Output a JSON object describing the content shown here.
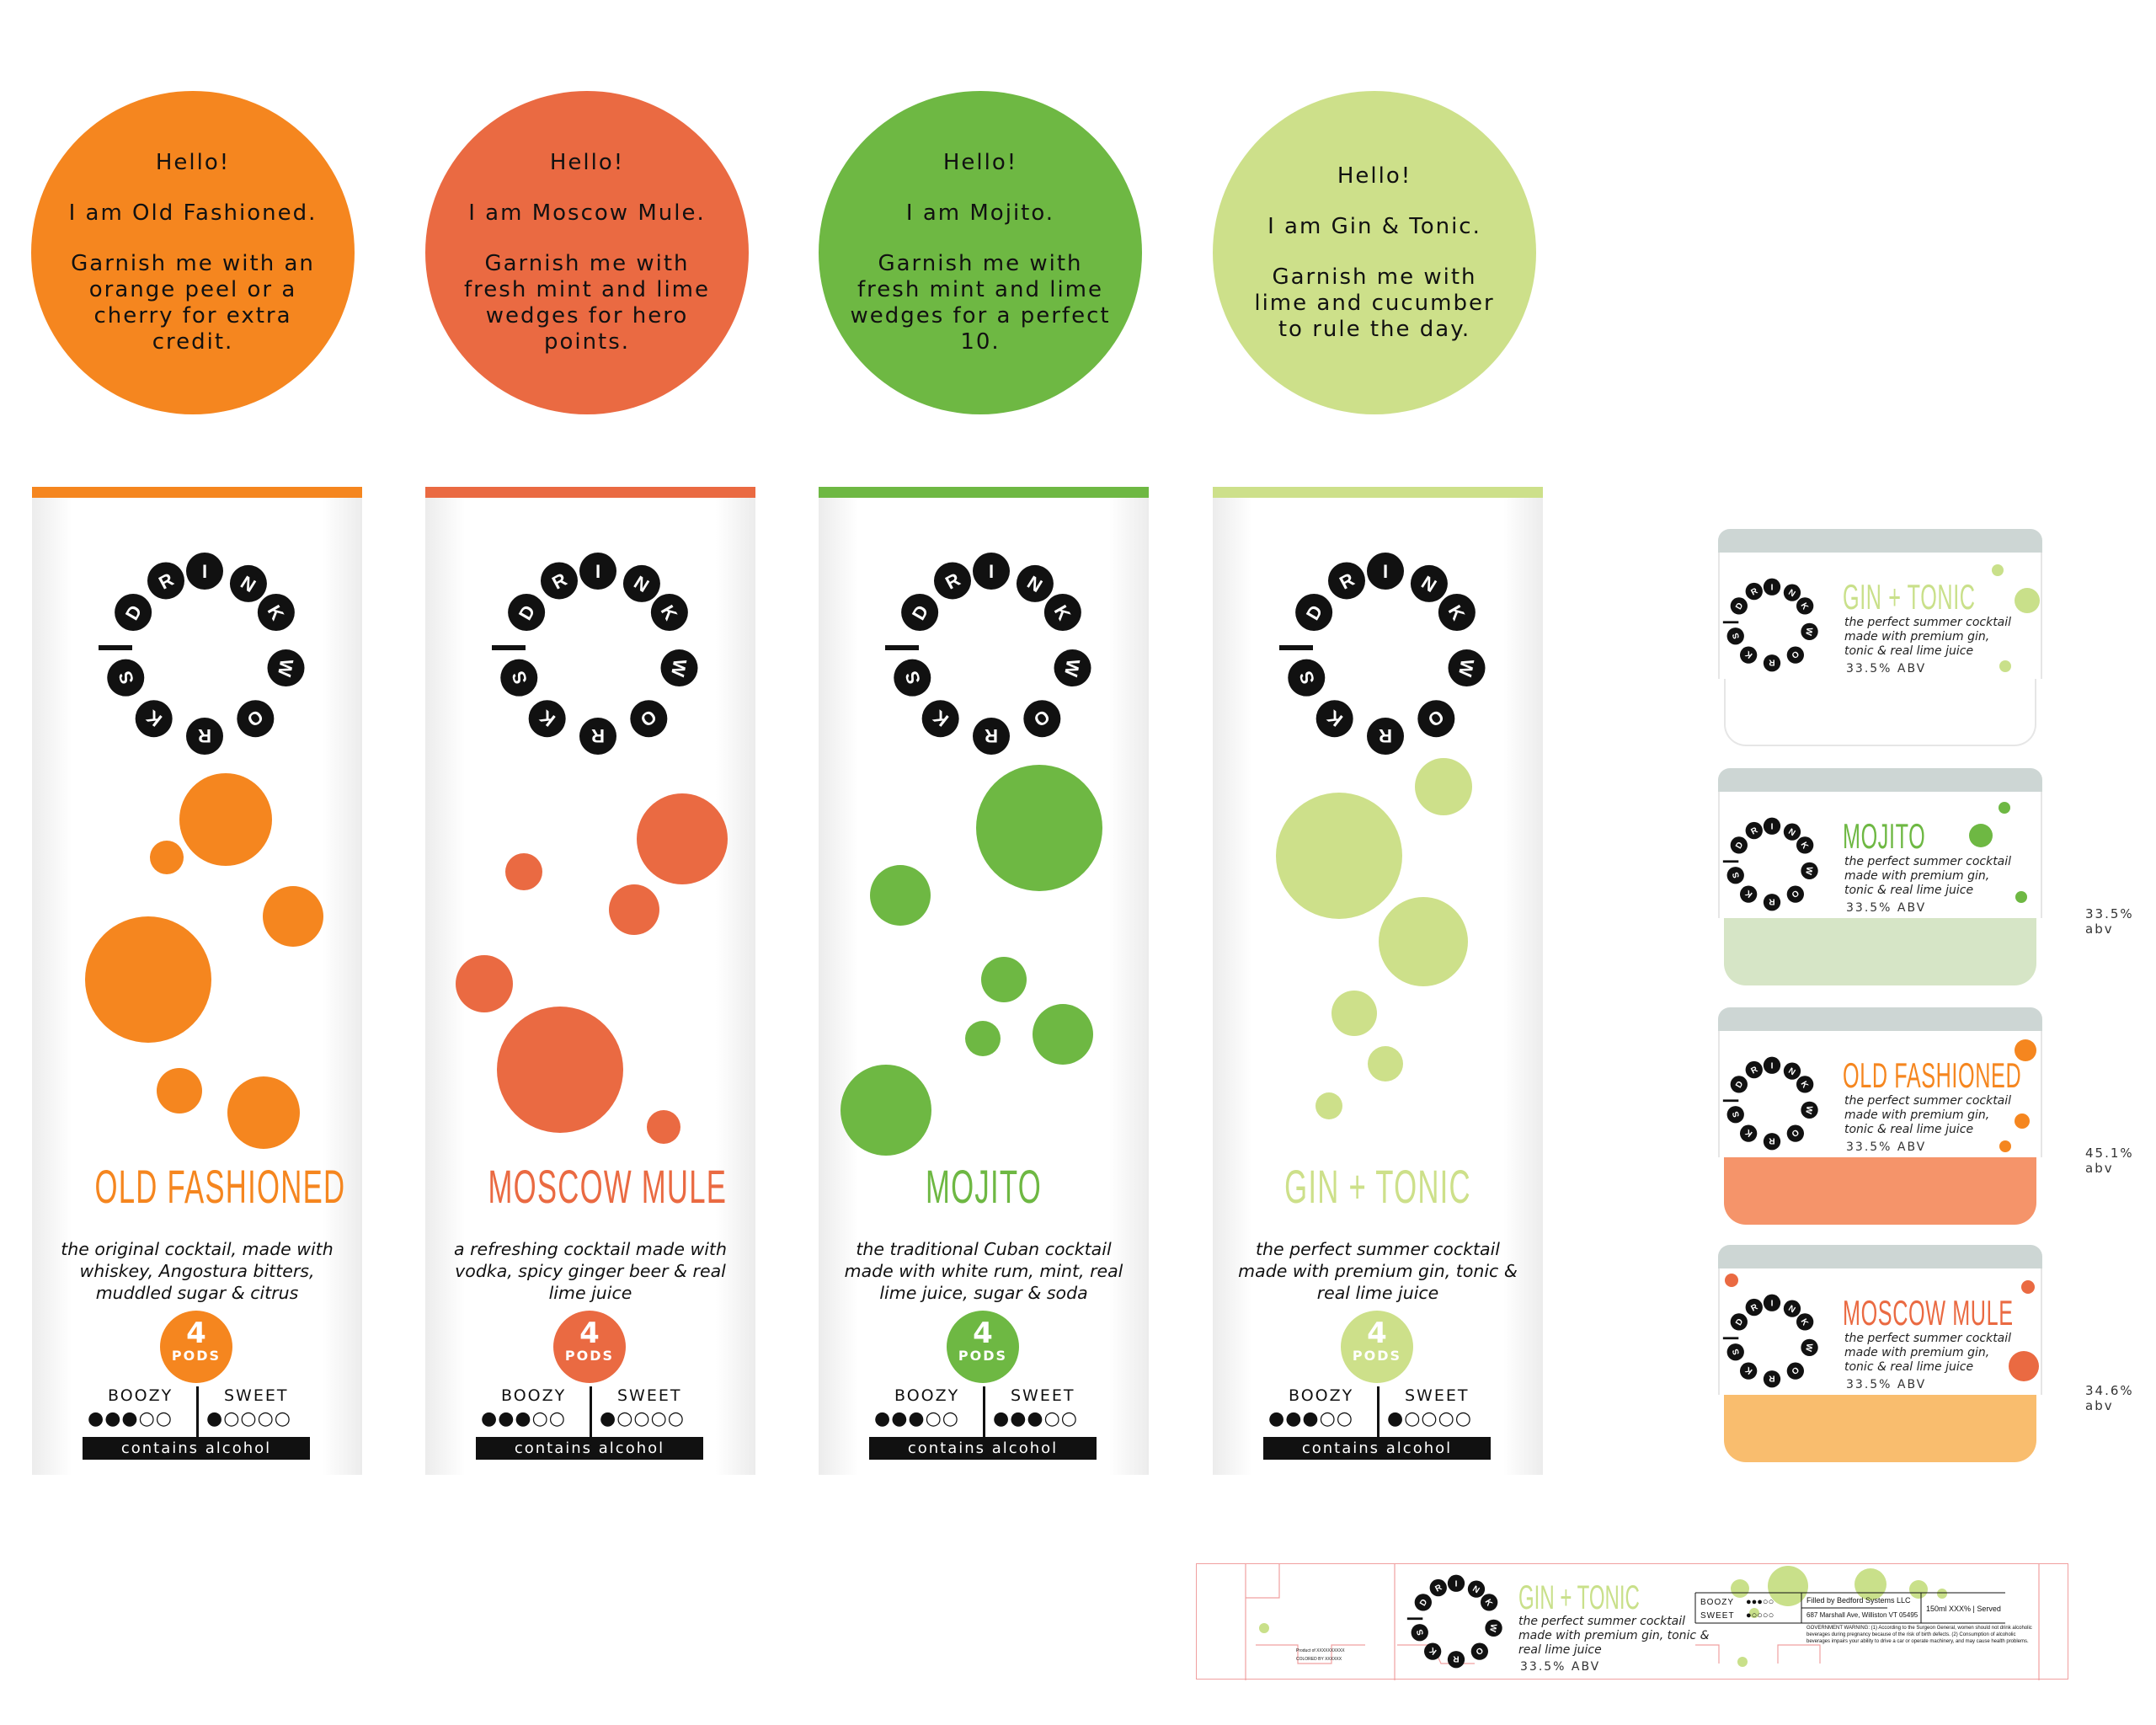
{
  "greetings": [
    {
      "hello": "Hello!",
      "intro": "I am Old Fashioned.",
      "garnish": "Garnish me with an orange peel or a cherry for extra credit.",
      "color": "#f5861f"
    },
    {
      "hello": "Hello!",
      "intro": "I am Moscow Mule.",
      "garnish": "Garnish me with fresh mint and lime wedges for hero points.",
      "color": "#ea6a42"
    },
    {
      "hello": "Hello!",
      "intro": "I am Mojito.",
      "garnish": "Garnish me with fresh mint and lime wedges for a perfect 10.",
      "color": "#6eb843"
    },
    {
      "hello": "Hello!",
      "intro": "I am Gin & Tonic.",
      "garnish": "Garnish me with lime and cucumber to rule the day.",
      "color": "#cde08a"
    }
  ],
  "brand_letters": "DRINKWORKS",
  "labels": [
    {
      "name": "OLD FASHIONED",
      "description": "the original cocktail, made with whiskey, Angostura bitters, muddled sugar & citrus",
      "pods_number": "4",
      "pods_word": "PODS",
      "boozy_label": "BOOZY",
      "sweet_label": "SWEET",
      "boozy_dots": "●●●○○",
      "sweet_dots": "●○○○○",
      "contains": "contains alcohol",
      "color": "#f5861f"
    },
    {
      "name": "MOSCOW MULE",
      "description": "a refreshing cocktail made with vodka, spicy ginger beer & real lime juice",
      "pods_number": "4",
      "pods_word": "PODS",
      "boozy_label": "BOOZY",
      "sweet_label": "SWEET",
      "boozy_dots": "●●●○○",
      "sweet_dots": "●○○○○",
      "contains": "contains alcohol",
      "color": "#ea6a42"
    },
    {
      "name": "MOJITO",
      "description": "the traditional Cuban cocktail made with white rum, mint, real lime juice, sugar & soda",
      "pods_number": "4",
      "pods_word": "PODS",
      "boozy_label": "BOOZY",
      "sweet_label": "SWEET",
      "boozy_dots": "●●●○○",
      "sweet_dots": "●●●○○",
      "contains": "contains alcohol",
      "color": "#6eb843"
    },
    {
      "name": "GIN + TONIC",
      "description": "the perfect summer cocktail made with premium gin, tonic & real lime juice",
      "pods_number": "4",
      "pods_word": "PODS",
      "boozy_label": "BOOZY",
      "sweet_label": "SWEET",
      "boozy_dots": "●●●○○",
      "sweet_dots": "●○○○○",
      "contains": "contains alcohol",
      "color": "#cde08a"
    }
  ],
  "cups": [
    {
      "name": "GIN + TONIC",
      "description": "the perfect summer cocktail made with premium gin, tonic & real lime juice",
      "abv": "33.5% ABV",
      "color": "#c9e08a",
      "fill": "#ffffff"
    },
    {
      "name": "MOJITO",
      "description": "the perfect summer cocktail made with premium gin, tonic & real lime juice",
      "abv": "33.5% ABV",
      "color": "#6eb843",
      "fill": "#d6e5c6"
    },
    {
      "name": "OLD FASHIONED",
      "description": "the perfect summer cocktail made with premium gin, tonic & real lime juice",
      "abv": "33.5% ABV",
      "color": "#f5861f",
      "fill": "#f5946a"
    },
    {
      "name": "MOSCOW MULE",
      "description": "the perfect summer cocktail made with premium gin, tonic & real lime juice",
      "abv": "33.5% ABV",
      "color": "#ea6a42",
      "fill": "#f9bd6e"
    }
  ],
  "side_abv": [
    "33.5% abv",
    "45.1% abv",
    "34.6% abv"
  ],
  "flat_label": {
    "name": "GIN + TONIC",
    "description": "the perfect summer cocktail made with premium gin, tonic & real lime juice",
    "abv": "33.5% ABV",
    "boozy": "BOOZY",
    "sweet": "SWEET",
    "boozy_dots": "●●●○○",
    "sweet_dots": "●○○○○",
    "filled_by": "Filled by Bedford Systems LLC",
    "address": "687 Marshall Ave, Williston VT 05495",
    "volume": "150ml XXX% | Served",
    "warning": "GOVERNMENT WARNING: (1) According to the Surgeon General, women should not drink alcoholic beverages during pregnancy because of the risk of birth defects. (2) Consumption of alcoholic beverages impairs your ability to drive a car or operate machinery, and may cause health problems.",
    "product_of": "Product of XXXXXXXXXX",
    "colored_by": "COLORED BY XXXXXX"
  }
}
